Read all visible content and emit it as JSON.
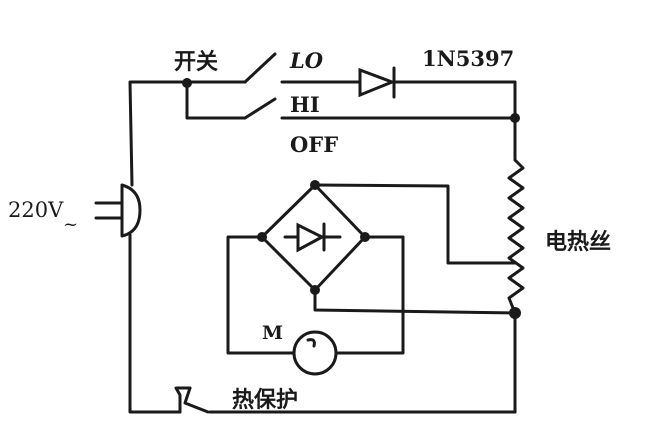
{
  "labels": {
    "switch": "开关",
    "lo": "LO",
    "hi": "HI",
    "off": "OFF",
    "diode": "1N5397",
    "voltage": "220V",
    "ac_symbol": "~",
    "heater": "电热丝",
    "motor": "M",
    "thermal_protector": "热保护"
  },
  "colors": {
    "ink": "#1a1a1a",
    "background": "#ffffff"
  }
}
